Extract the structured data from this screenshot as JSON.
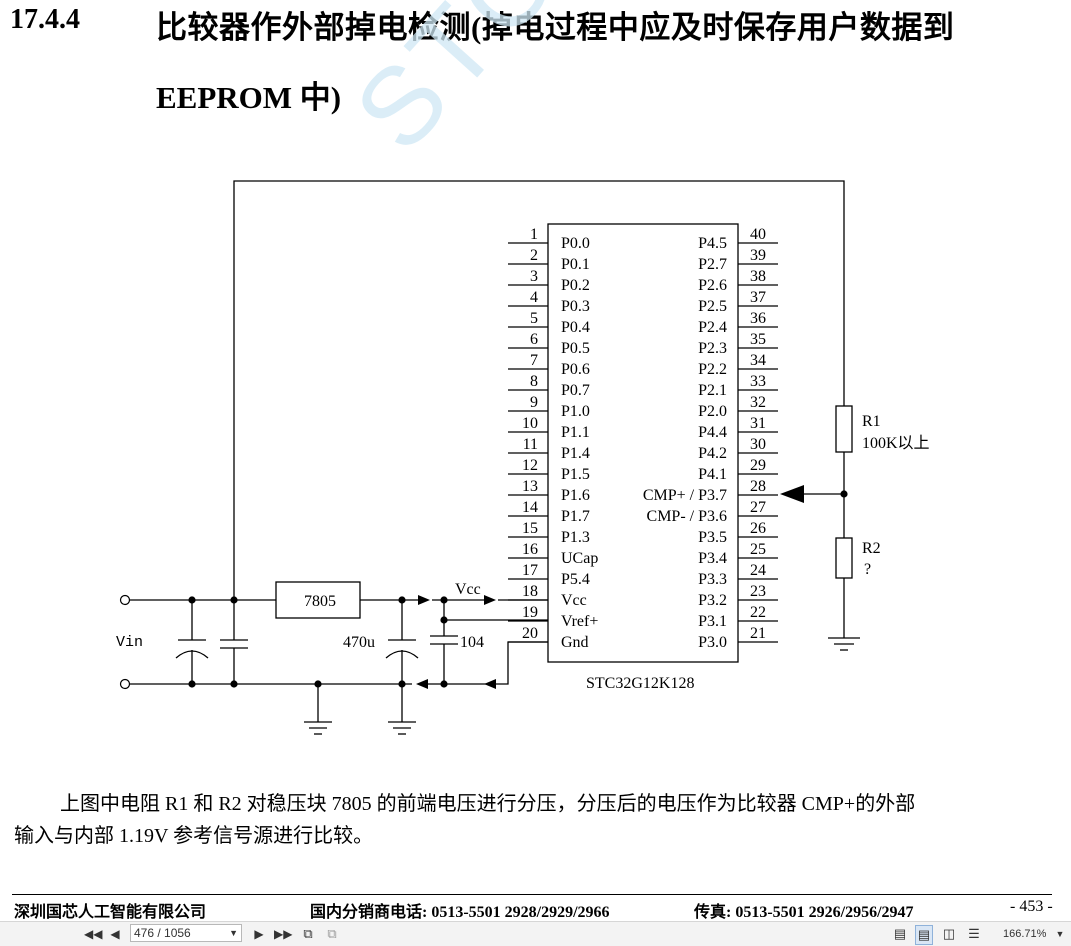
{
  "section": {
    "number": "17.4.4",
    "title_line1": "比较器作外部掉电检测(掉电过程中应及时保存用户数据到",
    "title_line2": "EEPROM 中)"
  },
  "watermark": "STC MCU",
  "schematic": {
    "chip_name": "STC32G12K128",
    "regulator": "7805",
    "vin_label": "Vin",
    "vcc_label": "Vcc",
    "cap_470_label": "470u",
    "cap_104_label": "104",
    "r1_label": "R1",
    "r1_value": "100K以上",
    "r2_label": "R2",
    "r2_value": "?",
    "left_pins": [
      {
        "num": "1",
        "name": "P0.0"
      },
      {
        "num": "2",
        "name": "P0.1"
      },
      {
        "num": "3",
        "name": "P0.2"
      },
      {
        "num": "4",
        "name": "P0.3"
      },
      {
        "num": "5",
        "name": "P0.4"
      },
      {
        "num": "6",
        "name": "P0.5"
      },
      {
        "num": "7",
        "name": "P0.6"
      },
      {
        "num": "8",
        "name": "P0.7"
      },
      {
        "num": "9",
        "name": "P1.0"
      },
      {
        "num": "10",
        "name": "P1.1"
      },
      {
        "num": "11",
        "name": "P1.4"
      },
      {
        "num": "12",
        "name": "P1.5"
      },
      {
        "num": "13",
        "name": "P1.6"
      },
      {
        "num": "14",
        "name": "P1.7"
      },
      {
        "num": "15",
        "name": "P1.3"
      },
      {
        "num": "16",
        "name": "UCap"
      },
      {
        "num": "17",
        "name": "P5.4"
      },
      {
        "num": "18",
        "name": "Vcc"
      },
      {
        "num": "19",
        "name": "Vref+"
      },
      {
        "num": "20",
        "name": "Gnd"
      }
    ],
    "right_pins": [
      {
        "num": "40",
        "name": "P4.5"
      },
      {
        "num": "39",
        "name": "P2.7"
      },
      {
        "num": "38",
        "name": "P2.6"
      },
      {
        "num": "37",
        "name": "P2.5"
      },
      {
        "num": "36",
        "name": "P2.4"
      },
      {
        "num": "35",
        "name": "P2.3"
      },
      {
        "num": "34",
        "name": "P2.2"
      },
      {
        "num": "33",
        "name": "P2.1"
      },
      {
        "num": "32",
        "name": "P2.0"
      },
      {
        "num": "31",
        "name": "P4.4"
      },
      {
        "num": "30",
        "name": "P4.2"
      },
      {
        "num": "29",
        "name": "P4.1"
      },
      {
        "num": "28",
        "name": "CMP+ / P3.7"
      },
      {
        "num": "27",
        "name": "CMP- / P3.6"
      },
      {
        "num": "26",
        "name": "P3.5"
      },
      {
        "num": "25",
        "name": "P3.4"
      },
      {
        "num": "24",
        "name": "P3.3"
      },
      {
        "num": "23",
        "name": "P3.2"
      },
      {
        "num": "22",
        "name": "P3.1"
      },
      {
        "num": "21",
        "name": "P3.0"
      }
    ]
  },
  "paragraph": {
    "line1": "上图中电阻 R1 和 R2 对稳压块 7805 的前端电压进行分压，分压后的电压作为比较器 CMP+的外部",
    "line2": "输入与内部 1.19V 参考信号源进行比较。"
  },
  "footer": {
    "company": "深圳国芯人工智能有限公司",
    "distributor_phone": "国内分销商电话: 0513-5501 2928/2929/2966",
    "fax": "传真: 0513-5501 2926/2956/2947",
    "page": "- 453 -"
  },
  "viewer": {
    "page_indicator": "476 / 1056",
    "zoom": "166.71%",
    "first_icon": "first-page-icon",
    "prev_icon": "prev-page-icon",
    "next_icon": "next-page-icon",
    "last_icon": "last-page-icon"
  }
}
